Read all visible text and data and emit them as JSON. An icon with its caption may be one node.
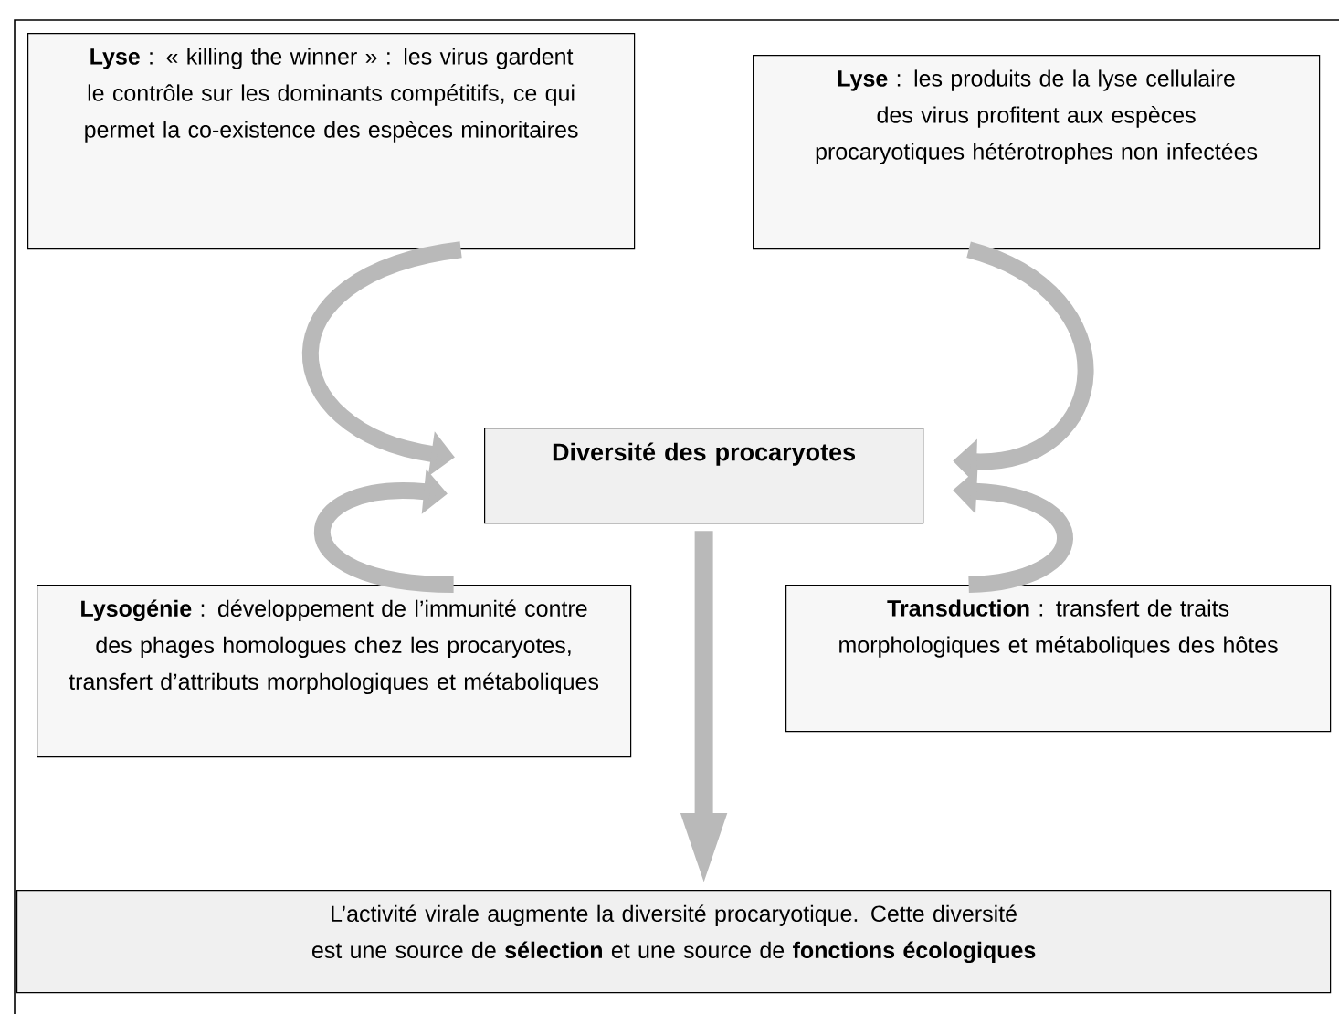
{
  "diagram": {
    "nodes": [
      {
        "text": [
          "**Lyse** : « killing the winner » : les virus gardent le contrôle sur les dominants compétitifs, ce qui permet la co-existence des espèces minoritaires"
        ]
      },
      {
        "text": [
          "**Lyse** : les produits de la lyse cellulaire des virus profitent aux espèces procaryotiques hétérotrophes non infectées"
        ]
      },
      {
        "text": [
          "Diversité des procaryotes"
        ]
      },
      {
        "text": [
          "**Lysogénie** : développement de l’immunité contre des phages homologues chez les procaryotes, transfert d’attributs morphologiques et métaboliques"
        ]
      },
      {
        "text": [
          "**Transduction** : transfert de traits morphologiques et métaboliques des hôtes"
        ]
      },
      {
        "text": [
          "L’activité virale augmente la diversité procaryotique. Cette diversité est une source de **sélection** et une source de **fonctions écologiques**"
        ]
      }
    ],
    "edges": [
      {
        "from": 0,
        "to": 2,
        "arrow": "to"
      },
      {
        "from": 3,
        "to": 2,
        "arrow": "to"
      },
      {
        "from": 1,
        "to": 2,
        "arrow": "to"
      },
      {
        "from": 4,
        "to": 2,
        "arrow": "to"
      },
      {
        "from": 2,
        "to": 5,
        "arrow": "to"
      }
    ]
  }
}
